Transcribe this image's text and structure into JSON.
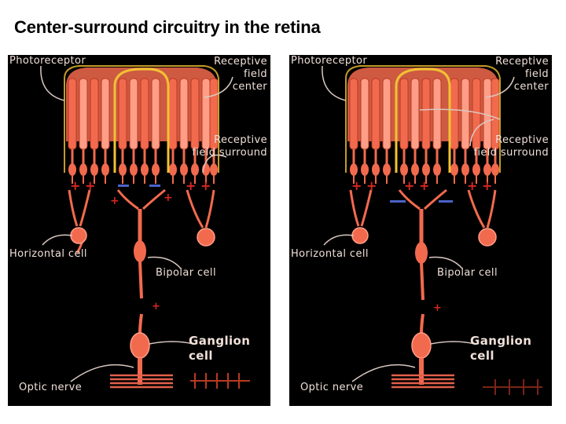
{
  "title": "Center-surround circuitry in the retina",
  "colors": {
    "cell_fill": "#f26a4e",
    "cell_light": "#ff9d86",
    "cell_dark": "#b83a22",
    "center_outline": "#f1c232",
    "plus_sign": "#d8261f",
    "minus_sign": "#4a63c8",
    "label_text": "#f0e0d8",
    "panel_bg": "#000000"
  },
  "panels": [
    {
      "id": "left",
      "labels": {
        "photoreceptor": "Photoreceptor",
        "receptive_field_center": [
          "Receptive",
          "field",
          "center"
        ],
        "receptive_field_surround": [
          "Receptive",
          "field surround"
        ],
        "horizontal_cell": "Horizontal cell",
        "bipolar_cell": "Bipolar cell",
        "ganglion_cell": [
          "Ganglion",
          "cell"
        ],
        "optic_nerve": "Optic nerve"
      },
      "synapse_signs": {
        "surround_left": "+ +",
        "center": "– –",
        "surround_right": "+ +",
        "bipolar_to_ganglion": "+",
        "optic_nerve_spikes": "+ + + + +"
      }
    },
    {
      "id": "right",
      "labels": {
        "photoreceptor": "Photoreceptor",
        "receptive_field_center": [
          "Receptive",
          "field",
          "center"
        ],
        "receptive_field_surround": [
          "Receptive",
          "field surround"
        ],
        "horizontal_cell": "Horizontal cell",
        "bipolar_cell": "Bipolar cell",
        "ganglion_cell": [
          "Ganglion",
          "cell"
        ],
        "optic_nerve": "Optic nerve"
      },
      "synapse_signs": {
        "surround_left": "+ +",
        "center": "+ +",
        "surround_right": "+ +",
        "horizontal_to_bipolar": "– –",
        "bipolar_to_ganglion": "+",
        "optic_nerve_spikes": "+ + + +"
      }
    }
  ]
}
